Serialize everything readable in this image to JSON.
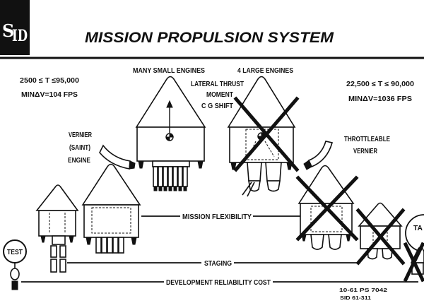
{
  "logo": {
    "left": "S",
    "right": "ID"
  },
  "title": "MISSION PROPULSION SYSTEM",
  "left_spec": {
    "thrust_range": "2500 ≤ T ≤95,000",
    "min_delta_v": "MINΔV=104 FPS"
  },
  "right_spec": {
    "thrust_range": "22,500 ≤ T ≤ 90,000",
    "min_delta_v": "MINΔV=1036 FPS"
  },
  "labels": {
    "many_small_engines": "MANY SMALL ENGINES",
    "large_engines": "4 LARGE ENGINES",
    "lateral_thrust": "LATERAL THRUST",
    "moment": "MOMENT",
    "cg_shift": "C G SHIFT",
    "vernier_saint": [
      "VERNIER",
      "(SAINT)",
      "ENGINE"
    ],
    "throttleable_vernier": [
      "THROTTLEABLE",
      "VERNIER"
    ]
  },
  "scales": {
    "mission_flexibility": "MISSION FLEXIBILITY",
    "staging": "STAGING",
    "development_reliability_cost": "DEVELOPMENT RELIABILITY COST"
  },
  "test_label": "TEST",
  "cut_off_label": "TA",
  "document_id": "10-61 PS 7042",
  "sheet_id": "SID 61-311"
}
